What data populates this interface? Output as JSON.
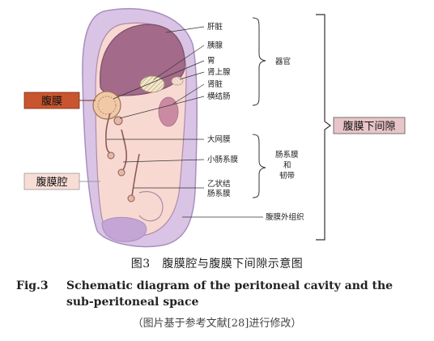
{
  "labels": {
    "organs_list": [
      "肝脏",
      "胰腺",
      "胃",
      "肾上腺",
      "肾脏",
      "横结肠"
    ],
    "mesentery_list": [
      "大网膜",
      "小肠系膜",
      "乙状结",
      "肠系膜"
    ],
    "organs_group": "器官",
    "mesentery_group": [
      "肠系膜",
      "和",
      "韧带"
    ],
    "extraperitoneal": "腹膜外组织",
    "subperitoneal_space": "腹膜下间隙",
    "peritoneum": "腹膜",
    "peritoneal_cavity": "腹膜腔"
  },
  "caption": {
    "zh": "图3　腹膜腔与腹膜下间隙示意图",
    "en_prefix": "Fig.3",
    "en_body": "Schematic diagram of the peritoneal cavity and the sub-peritoneal space",
    "note": "（图片基于参考文献[28]进行修改）"
  },
  "colors": {
    "outer": "#d9c4e6",
    "outer_stroke": "#a98fbd",
    "cavity": "#f7d9d2",
    "liver": "#a36a8a",
    "peritoneum_box": "#c8552f",
    "cavity_box": "#f8ddd6",
    "subspace_box": "#e8c5c8"
  }
}
